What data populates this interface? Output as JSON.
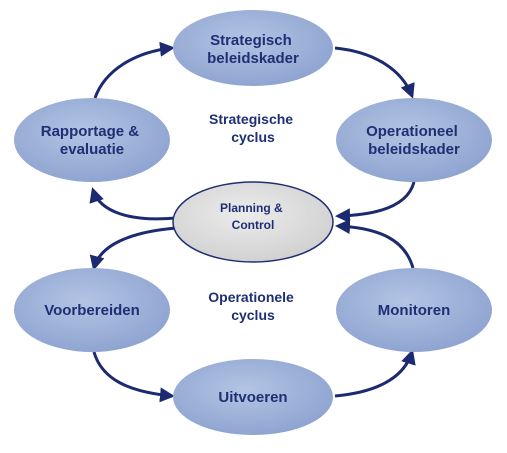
{
  "colors": {
    "node_fill": "#93a8d3",
    "node_fill_light": "#a8badd",
    "node_text": "#1f2f73",
    "center_fill": "#d9d9d9",
    "center_stroke": "#1f2f73",
    "arrow": "#1c2a70"
  },
  "nodes": {
    "strategisch_beleidskader": [
      "Strategisch",
      "beleidskader"
    ],
    "operationeel_beleidskader": [
      "Operationeel",
      "beleidskader"
    ],
    "rapportage_evaluatie": [
      "Rapportage &",
      "evaluatie"
    ],
    "voorbereiden": [
      "Voorbereiden"
    ],
    "monitoren": [
      "Monitoren"
    ],
    "uitvoeren": [
      "Uitvoeren"
    ]
  },
  "center": [
    "Planning &",
    "Control"
  ],
  "cycles": {
    "strategic": [
      "Strategische",
      "cyclus"
    ],
    "operational": [
      "Operationele",
      "cyclus"
    ]
  }
}
